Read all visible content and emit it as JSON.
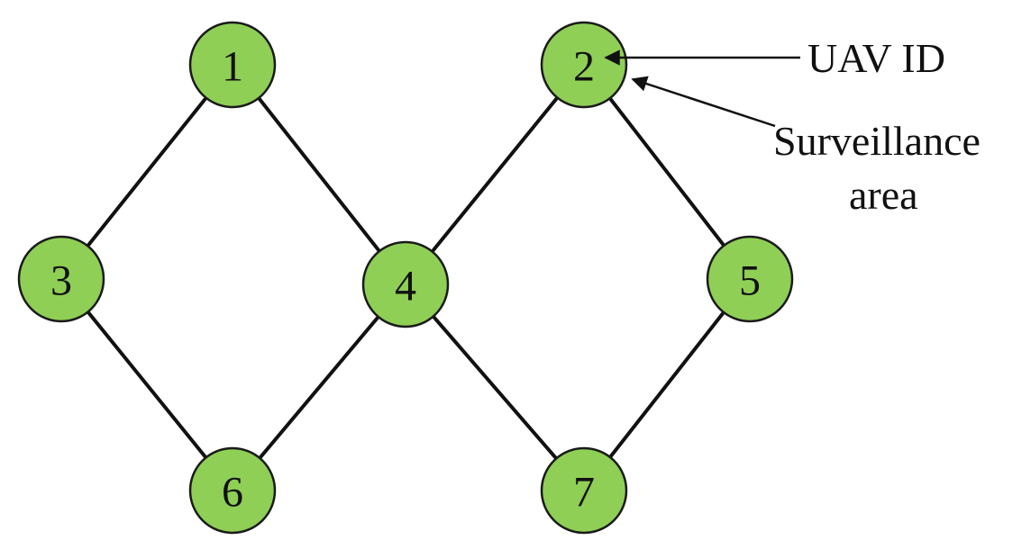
{
  "colors": {
    "node_fill": "#8fcf55",
    "node_stroke": "#1a1a1a",
    "edge": "#111111",
    "background": "#ffffff"
  },
  "nodes": [
    {
      "id": "1",
      "label": "1"
    },
    {
      "id": "2",
      "label": "2"
    },
    {
      "id": "3",
      "label": "3"
    },
    {
      "id": "4",
      "label": "4"
    },
    {
      "id": "5",
      "label": "5"
    },
    {
      "id": "6",
      "label": "6"
    },
    {
      "id": "7",
      "label": "7"
    }
  ],
  "edges": [
    [
      "1",
      "3"
    ],
    [
      "1",
      "4"
    ],
    [
      "3",
      "6"
    ],
    [
      "6",
      "4"
    ],
    [
      "4",
      "2"
    ],
    [
      "2",
      "5"
    ],
    [
      "4",
      "7"
    ],
    [
      "7",
      "5"
    ]
  ],
  "annotations": {
    "uav_id": "UAV ID",
    "surveillance_line1": "Surveillance",
    "surveillance_line2": "area"
  }
}
